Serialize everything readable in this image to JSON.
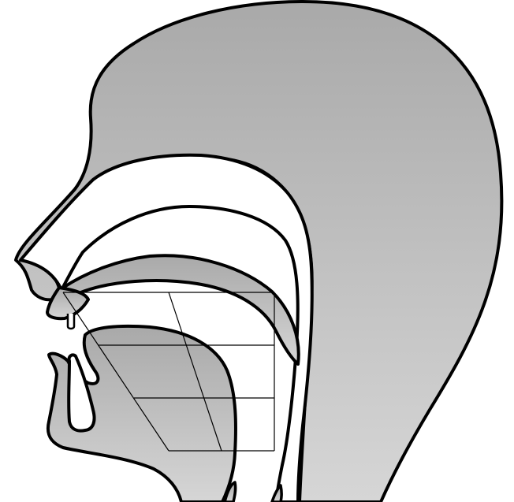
{
  "diagram": {
    "type": "sagittal-vocal-tract-with-vowel-trapezoid",
    "text": "",
    "colors": {
      "tissue_top": "#a9a9a9",
      "tissue_bottom": "#d6d6d6",
      "cavity": "#ffffff",
      "outline": "#000000",
      "chart_lines": "#000000"
    },
    "vowel_chart": {
      "shape": "trapezoid",
      "rows": 3,
      "columns": 2
    }
  }
}
